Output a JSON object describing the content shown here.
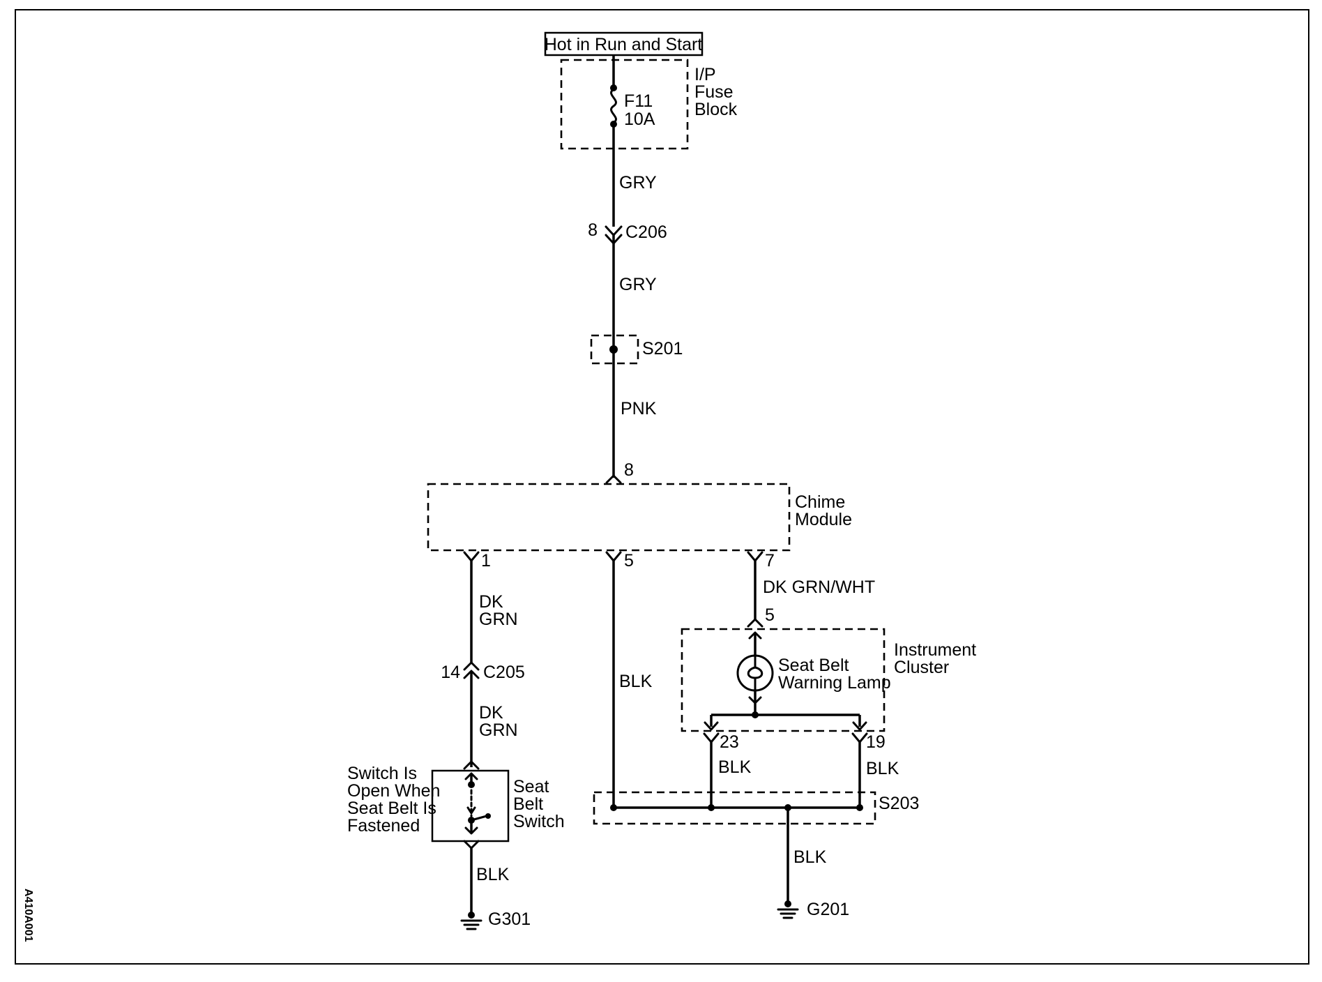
{
  "power_source": "Hot in Run and Start",
  "fuse_block": {
    "label": "I/P Fuse Block",
    "line1": "I/P",
    "line2": "Fuse",
    "line3": "Block",
    "fuse": "F11",
    "rating": "10A"
  },
  "wires": {
    "gry_upper": "GRY",
    "gry_lower": "GRY",
    "pnk": "PNK",
    "dk_grn_upper": [
      "DK",
      "GRN"
    ],
    "dk_grn_lower": [
      "DK",
      "GRN"
    ],
    "blk_switch": "BLK",
    "blk_center": "BLK",
    "dk_grn_wht": "DK GRN/WHT",
    "blk_23": "BLK",
    "blk_19": "BLK",
    "blk_ground": "BLK"
  },
  "connectors": {
    "c206": {
      "name": "C206",
      "pin": "8"
    },
    "c205": {
      "name": "C205",
      "pin": "14"
    }
  },
  "splices": {
    "s201": "S201",
    "s203": "S203"
  },
  "chime_module": {
    "label": [
      "Chime",
      "Module"
    ],
    "pins": {
      "in": "8",
      "switch": "1",
      "ground": "5",
      "lamp": "7"
    }
  },
  "instrument_cluster": {
    "label": [
      "Instrument",
      "Cluster"
    ],
    "lamp": [
      "Seat Belt",
      "Warning Lamp"
    ],
    "pins": {
      "in": "5",
      "left_ground": "23",
      "right_ground": "19"
    }
  },
  "seat_belt_switch": {
    "label": [
      "Seat",
      "Belt",
      "Switch"
    ],
    "note": [
      "Switch Is",
      "Open When",
      "Seat Belt Is",
      "Fastened"
    ]
  },
  "grounds": {
    "g301": "G301",
    "g201": "G201"
  },
  "figure_id": "A410A001"
}
